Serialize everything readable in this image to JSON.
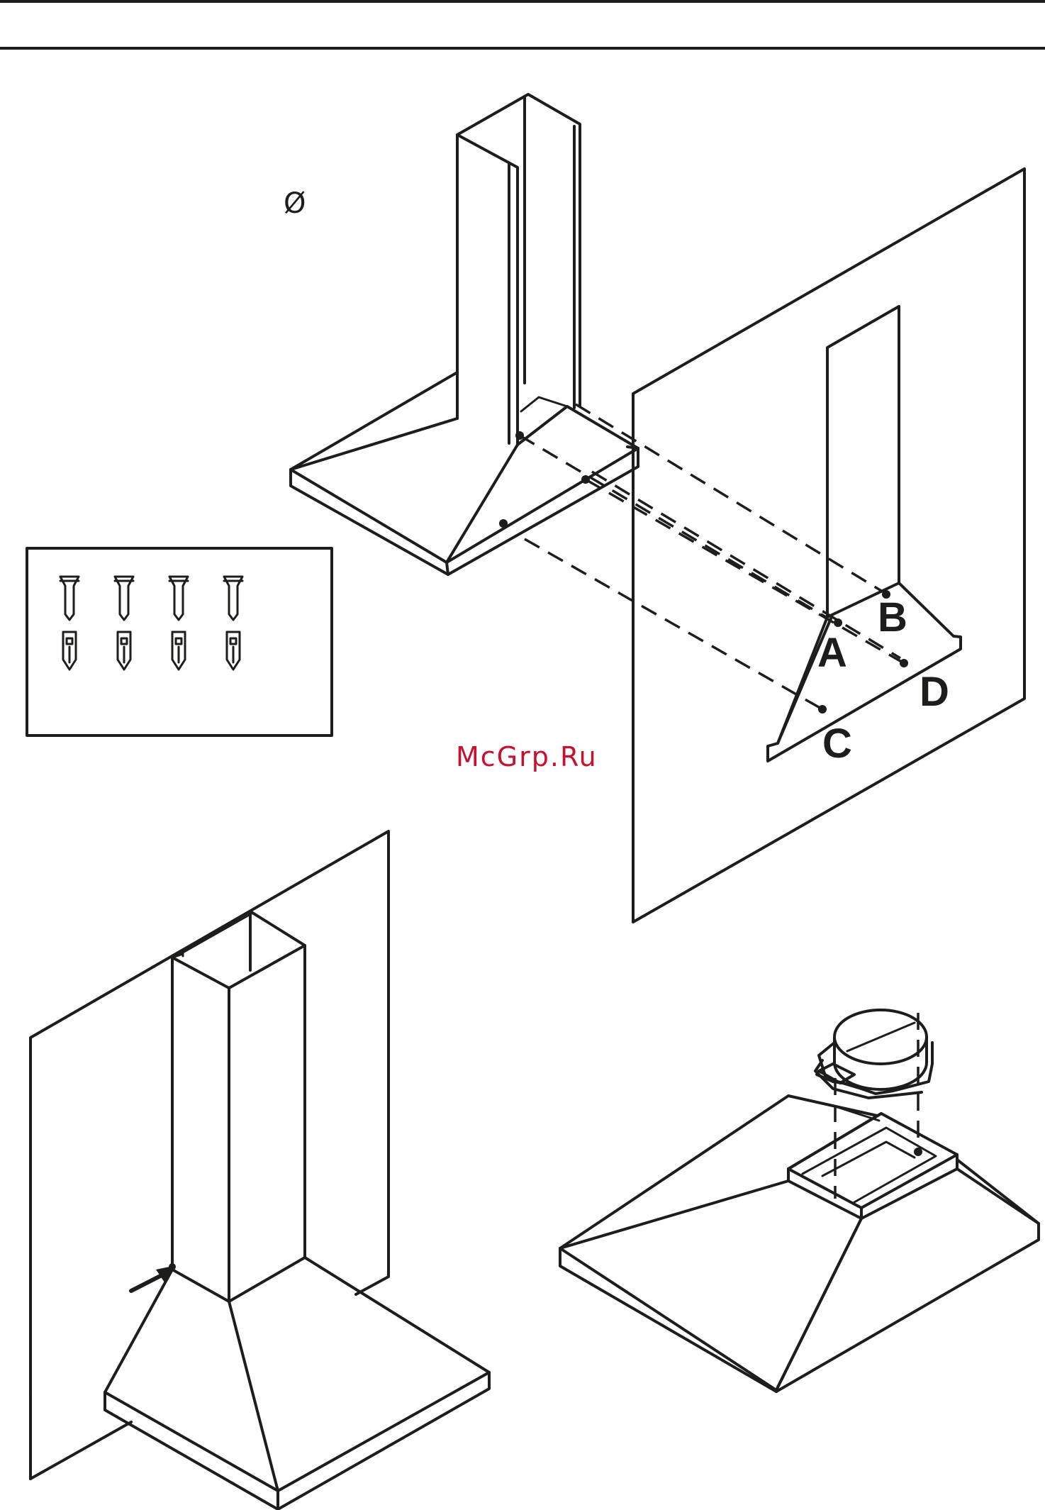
{
  "diagram": {
    "diameter_symbol": "Ø",
    "mount_points": {
      "a": "A",
      "b": "B",
      "c": "C",
      "d": "D"
    },
    "kit_contents": {
      "screws": 4,
      "wall_plugs": 4
    }
  },
  "watermark": "McGrp.Ru"
}
